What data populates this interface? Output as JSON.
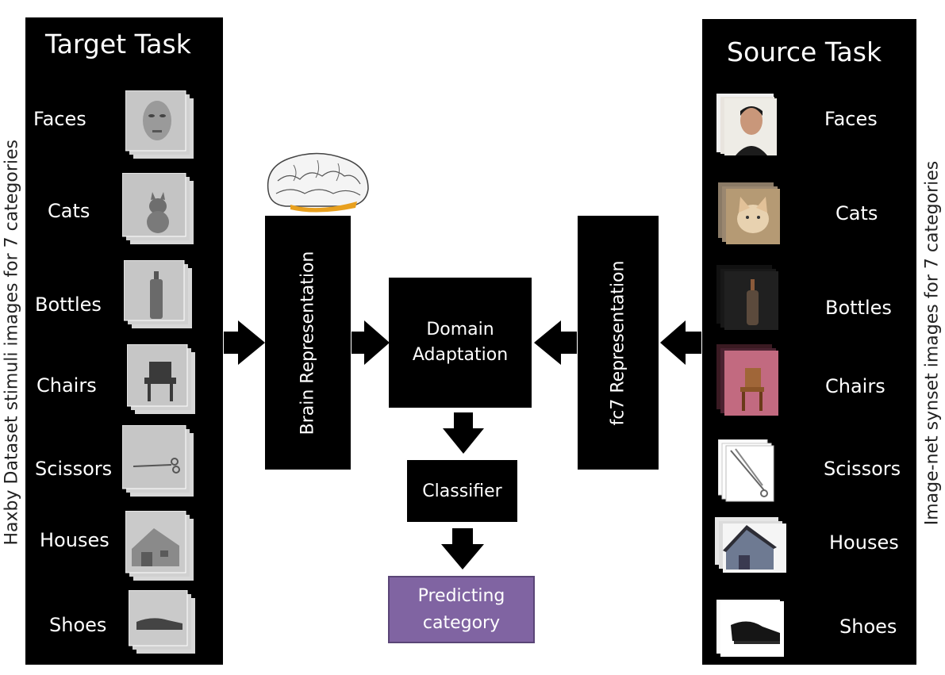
{
  "target_panel": {
    "title": "Target Task",
    "categories": [
      "Faces",
      "Cats",
      "Bottles",
      "Chairs",
      "Scissors",
      "Houses",
      "Shoes"
    ]
  },
  "source_panel": {
    "title": "Source Task",
    "categories": [
      "Faces",
      "Cats",
      "Bottles",
      "Chairs",
      "Scissors",
      "Houses",
      "Shoes"
    ]
  },
  "left_side_label": "Haxby Dataset stimuli images  for 7 categories",
  "right_side_label": "Image-net synset images  for 7 categories",
  "brain_box": "Brain  Representation",
  "fc7_box": "fc7 Representation",
  "domain_box": {
    "line1": "Domain",
    "line2": "Adaptation"
  },
  "classifier_box": "Classifier",
  "output_box": {
    "line1": "Predicting",
    "line2": "category"
  },
  "colors": {
    "panel": "#000000",
    "output_fill": "#8064a2",
    "output_border": "#5a4577",
    "text": "#ffffff"
  }
}
